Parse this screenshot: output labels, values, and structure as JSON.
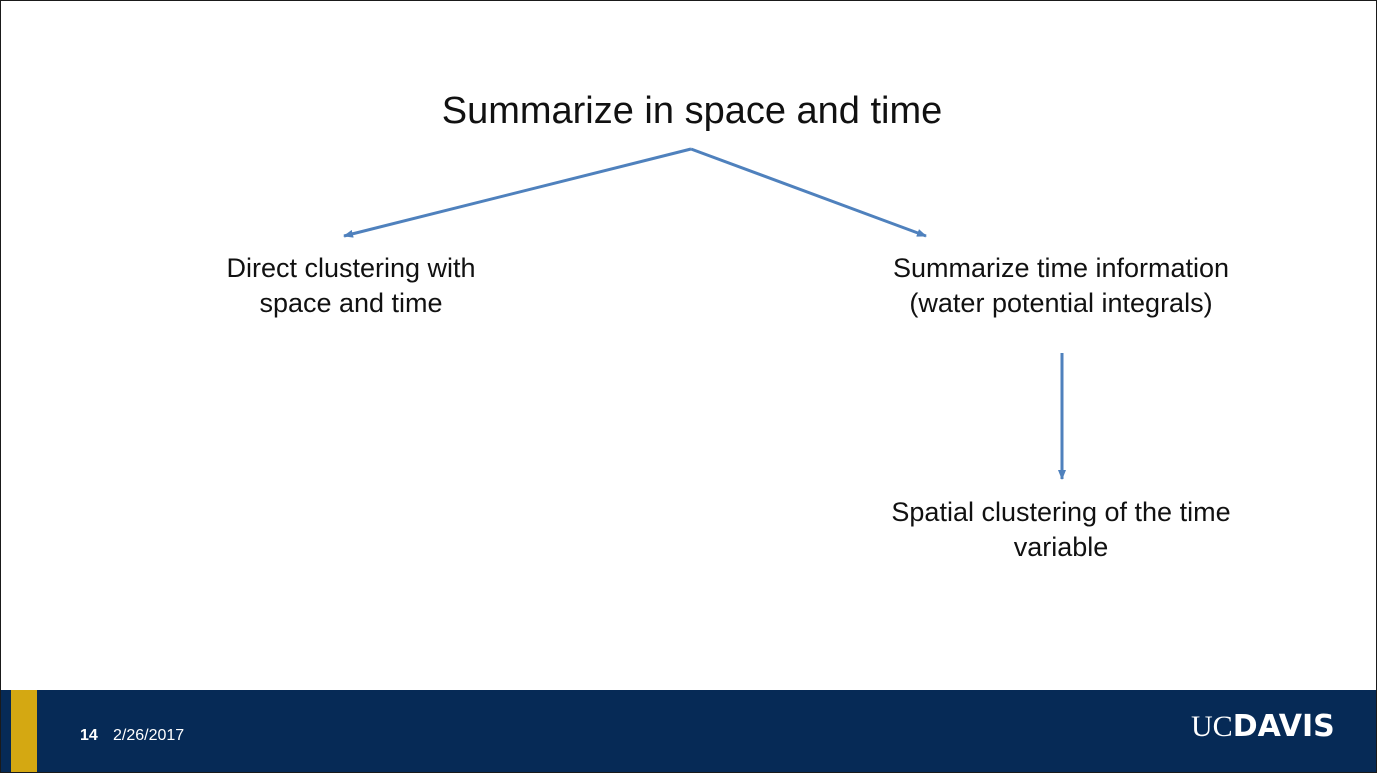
{
  "slide": {
    "title": "Summarize in space and time",
    "nodes": {
      "left": [
        "Direct clustering with",
        "space and time"
      ],
      "right": [
        "Summarize time information",
        "(water potential integrals)"
      ],
      "bottom": [
        "Spatial clustering of the time",
        "variable"
      ]
    },
    "arrow_color": "#4f81bd"
  },
  "footer": {
    "slide_number": "14",
    "date": "2/26/2017",
    "logo_uc": "UC",
    "logo_davis": "DAVIS",
    "background_color": "#062a56",
    "accent_color": "#d4a812"
  }
}
